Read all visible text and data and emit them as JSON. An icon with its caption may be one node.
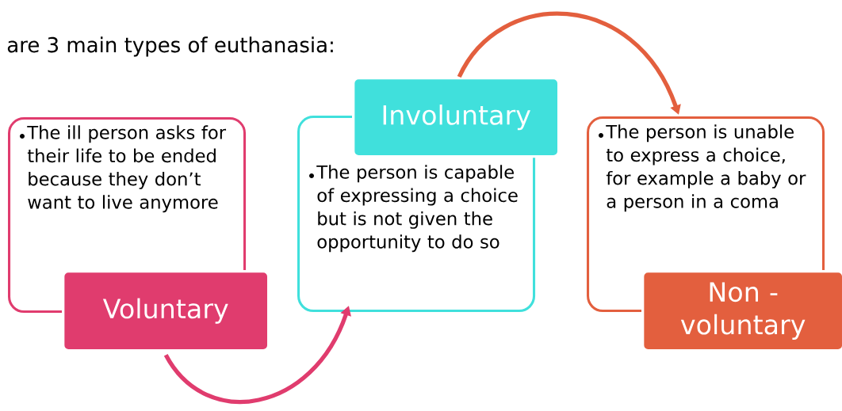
{
  "diagram": {
    "title": "are 3 main types of euthanasia:",
    "nodes": [
      {
        "text": [
          "The ill person asks for their life to be ended because they don’t want to live anymore"
        ]
      },
      {
        "text": [
          "Voluntary"
        ]
      },
      {
        "text": [
          "The person is capable of expressing a choice but is not given the opportunity to do so"
        ]
      },
      {
        "text": [
          "Involuntary"
        ]
      },
      {
        "text": [
          "The person is unable to express a choice, for example a baby or a person in a coma"
        ]
      },
      {
        "text": [
          "Non - voluntary"
        ]
      }
    ],
    "edges": [
      {
        "from": 1,
        "to": 2,
        "arrow": "to",
        "color": "#e03c6e"
      },
      {
        "from": 3,
        "to": 4,
        "arrow": "to",
        "color": "#e35f3e"
      }
    ]
  }
}
